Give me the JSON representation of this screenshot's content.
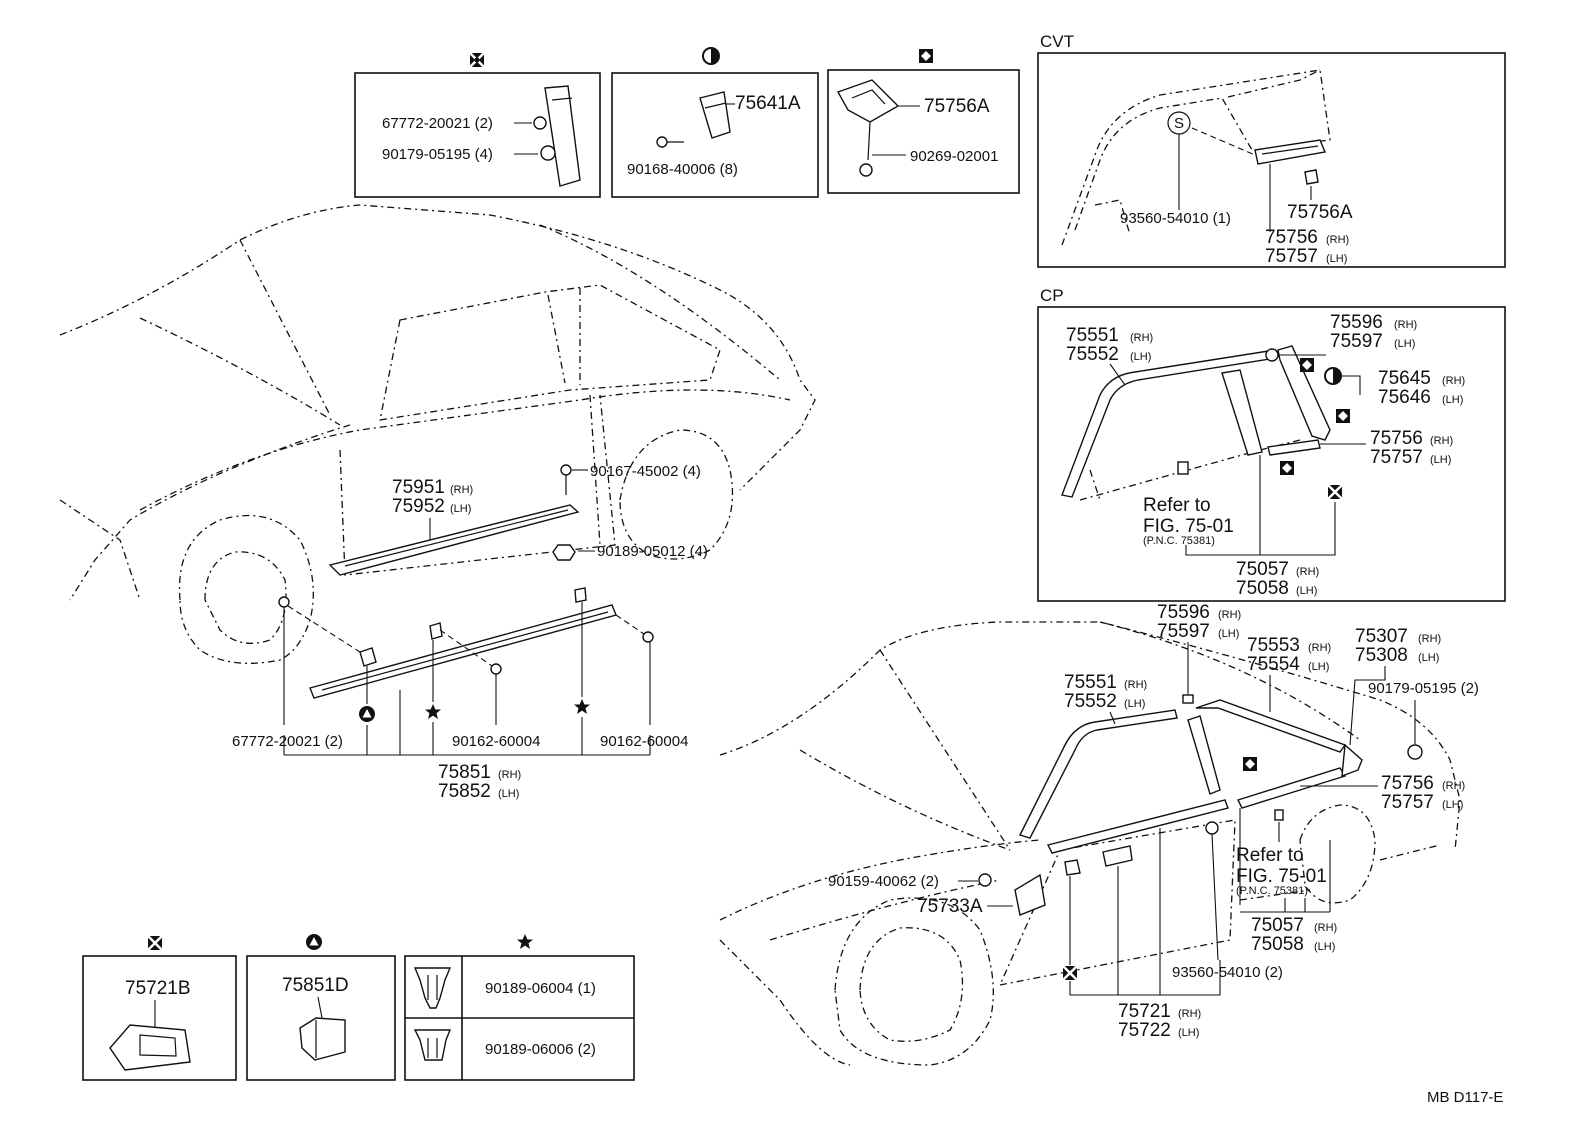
{
  "doc_code": "MB D117-E",
  "sections": {
    "cvt": "CVT",
    "cp": "CP"
  },
  "inset_boxes": {
    "clip_box_a": {
      "symbol": "clip-x-icon",
      "parts": [
        "67772-20021 (2)",
        "90179-05195 (4)"
      ]
    },
    "clip_box_b": {
      "symbol": "half-circle-icon",
      "parts": [
        "75641A",
        "90168-40006 (8)"
      ]
    },
    "clip_box_c": {
      "symbol": "square-diamond-icon",
      "parts": [
        "75756A",
        "90269-02001"
      ]
    }
  },
  "cvt": {
    "s_marker": "S",
    "parts": [
      "93560-54010 (1)",
      "75756A",
      "75756",
      "75757"
    ],
    "side": [
      "(RH)",
      "(LH)"
    ]
  },
  "cp": {
    "parts": {
      "p75551": "75551",
      "p75552": "75552",
      "p75596": "75596",
      "p75597": "75597",
      "p75645": "75645",
      "p75646": "75646",
      "p75756": "75756",
      "p75757": "75757",
      "p75057": "75057",
      "p75058": "75058"
    },
    "refer_line1": "Refer to",
    "refer_line2": "FIG. 75-01",
    "refer_line3": "(P.N.C. 75381)"
  },
  "left_car": {
    "p75951": "75951",
    "p75952": "75952",
    "p90167": "90167-45002 (4)",
    "p90189": "90189-05012 (4)",
    "p67772": "67772-20021 (2)",
    "p90162a": "90162-60004",
    "p90162b": "90162-60004",
    "p75851": "75851",
    "p75852": "75852"
  },
  "right_car": {
    "p75596": "75596",
    "p75597": "75597",
    "p75553": "75553",
    "p75554": "75554",
    "p75307": "75307",
    "p75308": "75308",
    "p75551": "75551",
    "p75552": "75552",
    "p90179": "90179-05195 (2)",
    "p75756": "75756",
    "p75757": "75757",
    "refer_line1": "Refer to",
    "refer_line2": "FIG. 75-01",
    "refer_line3": "(P.N.C. 75381)",
    "p90159": "90159-40062 (2)",
    "p75733A": "75733A",
    "p75057": "75057",
    "p75058": "75058",
    "p93560": "93560-54010 (2)",
    "p75721": "75721",
    "p75722": "75722"
  },
  "rh": "(RH)",
  "lh": "(LH)",
  "legend": {
    "box1": {
      "part": "75721B"
    },
    "box2": {
      "part": "75851D"
    },
    "box3": {
      "parts": [
        "90189-06004 (1)",
        "90189-06006 (2)"
      ]
    }
  }
}
